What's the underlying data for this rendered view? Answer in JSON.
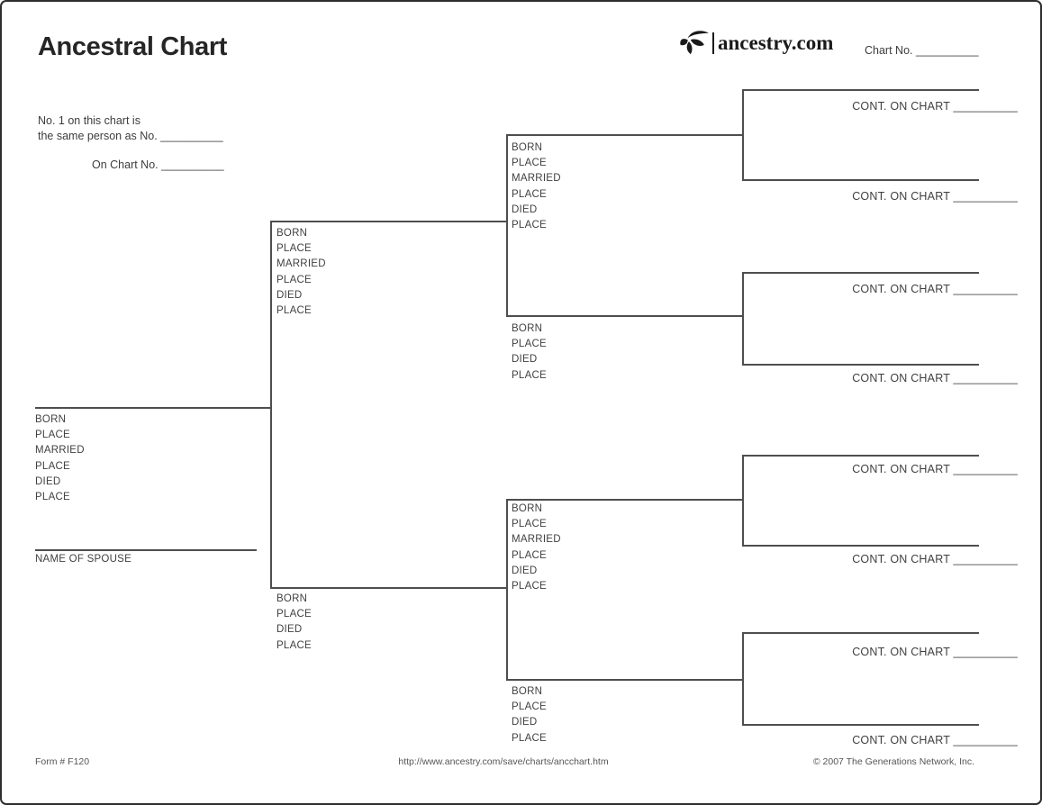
{
  "page": {
    "title": "Ancestral Chart",
    "brand": {
      "icon": "ancestry-leaf-icon",
      "wordmark": "ancestry.com"
    },
    "chart_no": "Chart No. __________"
  },
  "reference_note": {
    "line1": "No. 1 on this chart is",
    "line2": "the same person as No. __________",
    "line3": "On Chart No. __________"
  },
  "label_sets": {
    "full": [
      "BORN",
      "PLACE",
      "MARRIED",
      "PLACE",
      "DIED",
      "PLACE"
    ],
    "short": [
      "BORN",
      "PLACE",
      "DIED",
      "PLACE"
    ]
  },
  "spouse_label": "NAME OF SPOUSE",
  "cont_slots": [
    "CONT. ON CHART __________",
    "CONT. ON CHART __________",
    "CONT. ON CHART __________",
    "CONT. ON CHART __________",
    "CONT. ON CHART __________",
    "CONT. ON CHART __________",
    "CONT. ON CHART __________",
    "CONT. ON CHART __________"
  ],
  "footer": {
    "form_number": "Form # F120",
    "url": "http://www.ancestry.com/save/charts/ancchart.htm",
    "copyright": "© 2007 The Generations Network, Inc."
  },
  "colors": {
    "line": "#4e4e4e",
    "text": "#414141",
    "heading": "#262626",
    "brand": "#1a1a1a"
  }
}
